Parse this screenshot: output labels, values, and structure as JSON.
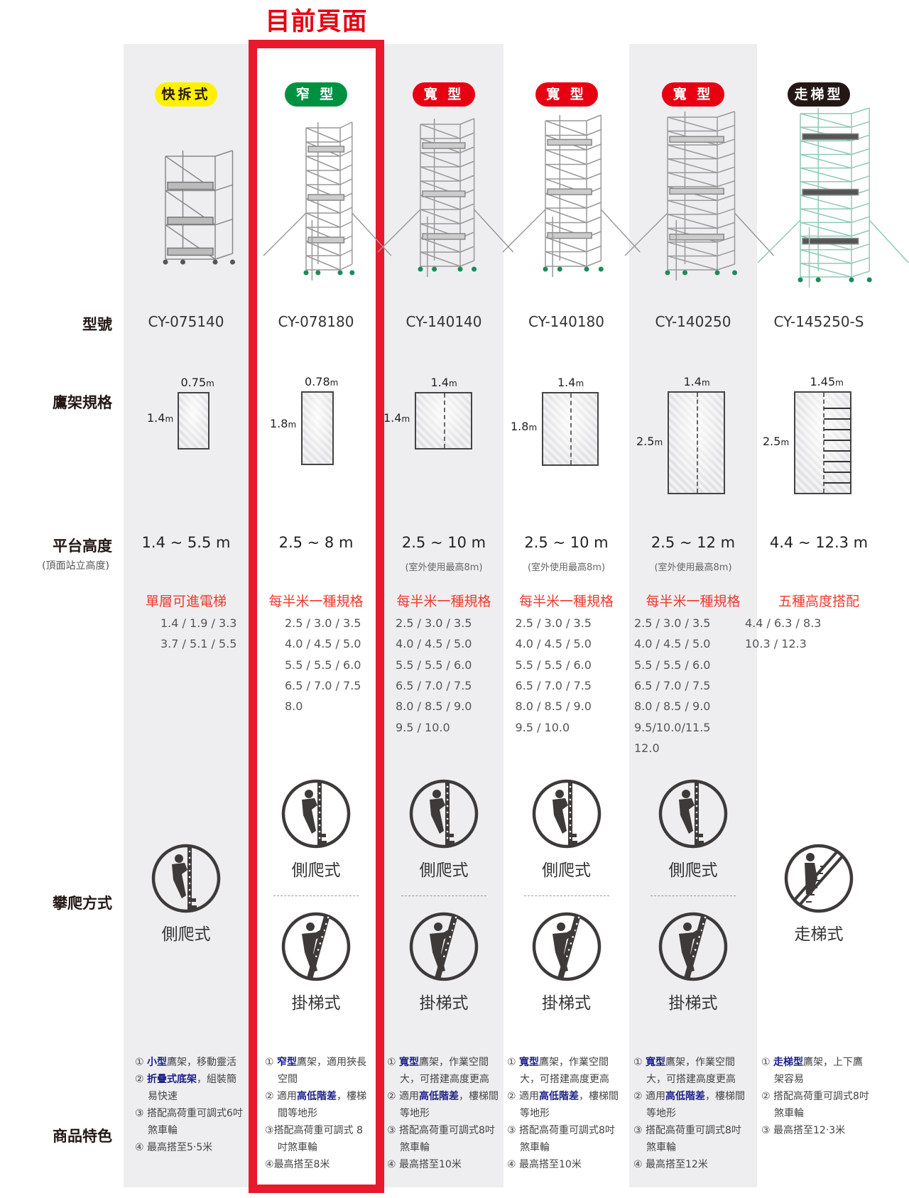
{
  "page_title": "目前頁面",
  "row_labels": {
    "model": "型號",
    "spec": "鷹架規格",
    "height": "平台高度",
    "height_sub": "(頂面站立高度)",
    "climb": "攀爬方式",
    "features": "商品特色"
  },
  "colors": {
    "yellow": "#fff100",
    "green": "#009140",
    "red": "#e60012",
    "black": "#231815",
    "frame": "#e8192c",
    "bold_text": "#1d2088"
  },
  "columns": [
    {
      "badge": "快拆式",
      "badge_color": "#fff100",
      "badge_text_color": "#231815",
      "model": "CY-075140",
      "spec": {
        "width": "0.75",
        "length": "1.4",
        "unit": "m"
      },
      "height": "1.4 ~ 5.5 m",
      "height_note": "",
      "headline": "單層可進電梯",
      "options": [
        "1.4 / 1.9 / 3.3",
        "3.7 / 5.1 / 5.5"
      ],
      "climb": [
        {
          "icon": "side-climb-icon",
          "label": "側爬式"
        }
      ],
      "features": [
        {
          "pre": "① ",
          "bold": "小型",
          "post": "鷹架，移動靈活"
        },
        {
          "pre": "② ",
          "bold": "折疊式底架",
          "post": "，組裝簡易快速"
        },
        {
          "pre": "③ ",
          "bold": "",
          "post": "搭配高荷重可調式6吋煞車輪"
        },
        {
          "pre": "④ ",
          "bold": "",
          "post": "最高搭至5‧5米"
        }
      ]
    },
    {
      "badge": "窄 型",
      "badge_color": "#009140",
      "badge_text_color": "#ffffff",
      "model": "CY-078180",
      "spec": {
        "width": "0.78",
        "length": "1.8",
        "unit": "m"
      },
      "height": "2.5 ~ 8 m",
      "height_note": "",
      "headline": "每半米一種規格",
      "options": [
        "2.5 / 3.0 / 3.5",
        "4.0 / 4.5 / 5.0",
        "5.5 / 5.5 / 6.0",
        "6.5 / 7.0 / 7.5",
        "8.0"
      ],
      "climb": [
        {
          "icon": "side-climb-icon",
          "label": "側爬式"
        },
        {
          "icon": "ladder-climb-icon",
          "label": "掛梯式"
        }
      ],
      "features": [
        {
          "pre": "① ",
          "bold": "窄型",
          "post": "鷹架，適用狹長空間"
        },
        {
          "pre": "② ",
          "bold": "",
          "post": "適用"
        },
        {
          "pre": "③",
          "bold": "",
          "post": "搭配高荷重可調式 8吋煞車輪"
        },
        {
          "pre": "④",
          "bold": "",
          "post": "最高搭至8米"
        }
      ],
      "feature2_bold": "高低階差",
      "feature2_post": "，樓梯間等地形"
    },
    {
      "badge": "寬 型",
      "badge_color": "#e60012",
      "badge_text_color": "#ffffff",
      "model": "CY-140140",
      "spec": {
        "width": "1.4",
        "length": "1.4",
        "unit": "m"
      },
      "height": "2.5 ~ 10 m",
      "height_note": "(室外使用最高8m)",
      "headline": "每半米一種規格",
      "options": [
        "2.5 / 3.0 / 3.5",
        "4.0 / 4.5 / 5.0",
        "5.5 / 5.5 / 6.0",
        "6.5 / 7.0 / 7.5",
        "8.0 / 8.5 / 9.0",
        "9.5 / 10.0"
      ],
      "climb": [
        {
          "icon": "side-climb-icon",
          "label": "側爬式"
        },
        {
          "icon": "ladder-climb-icon",
          "label": "掛梯式"
        }
      ],
      "features": [
        {
          "pre": "① ",
          "bold": "寬型",
          "post": "鷹架，作業空間大，可搭建高度更高"
        },
        {
          "pre": "② ",
          "bold": "",
          "post": "適用"
        },
        {
          "pre": "③ ",
          "bold": "",
          "post": "搭配高荷重可調式8吋煞車輪"
        },
        {
          "pre": "④ ",
          "bold": "",
          "post": "最高搭至10米"
        }
      ],
      "feature2_bold": "高低階差",
      "feature2_post": "，樓梯間等地形"
    },
    {
      "badge": "寬 型",
      "badge_color": "#e60012",
      "badge_text_color": "#ffffff",
      "model": "CY-140180",
      "spec": {
        "width": "1.4",
        "length": "1.8",
        "unit": "m"
      },
      "height": "2.5 ~ 10 m",
      "height_note": "(室外使用最高8m)",
      "headline": "每半米一種規格",
      "options": [
        "2.5 / 3.0 / 3.5",
        "4.0 / 4.5 / 5.0",
        "5.5 / 5.5 / 6.0",
        "6.5 / 7.0 / 7.5",
        "8.0 / 8.5 / 9.0",
        "9.5 / 10.0"
      ],
      "climb": [
        {
          "icon": "side-climb-icon",
          "label": "側爬式"
        },
        {
          "icon": "ladder-climb-icon",
          "label": "掛梯式"
        }
      ],
      "features": [
        {
          "pre": "① ",
          "bold": "寬型",
          "post": "鷹架，作業空間大，可搭建高度更高"
        },
        {
          "pre": "② ",
          "bold": "",
          "post": "適用"
        },
        {
          "pre": "③ ",
          "bold": "",
          "post": "搭配高荷重可調式8吋煞車輪"
        },
        {
          "pre": "④ ",
          "bold": "",
          "post": "最高搭至10米"
        }
      ],
      "feature2_bold": "高低階差",
      "feature2_post": "，樓梯間等地形"
    },
    {
      "badge": "寬 型",
      "badge_color": "#e60012",
      "badge_text_color": "#ffffff",
      "model": "CY-140250",
      "spec": {
        "width": "1.4",
        "length": "2.5",
        "unit": "m"
      },
      "height": "2.5 ~ 12 m",
      "height_note": "(室外使用最高8m)",
      "headline": "每半米一種規格",
      "options": [
        "2.5 / 3.0 / 3.5",
        "4.0 / 4.5 / 5.0",
        "5.5 / 5.5 / 6.0",
        "6.5 / 7.0 / 7.5",
        "8.0 / 8.5 / 9.0",
        "9.5/10.0/11.5",
        "12.0"
      ],
      "climb": [
        {
          "icon": "side-climb-icon",
          "label": "側爬式"
        },
        {
          "icon": "ladder-climb-icon",
          "label": "掛梯式"
        }
      ],
      "features": [
        {
          "pre": "① ",
          "bold": "寬型",
          "post": "鷹架，作業空間大，可搭建高度更高"
        },
        {
          "pre": "② ",
          "bold": "",
          "post": "適用"
        },
        {
          "pre": "③ ",
          "bold": "",
          "post": "搭配高荷重可調式8吋煞車輪"
        },
        {
          "pre": "④ ",
          "bold": "",
          "post": "最高搭至12米"
        }
      ],
      "feature2_bold": "高低階差",
      "feature2_post": "，樓梯間等地形"
    },
    {
      "badge": "走梯型",
      "badge_color": "#231815",
      "badge_text_color": "#ffffff",
      "model": "CY-145250-S",
      "spec": {
        "width": "1.45",
        "length": "2.5",
        "unit": "m"
      },
      "height": "4.4 ~ 12.3 m",
      "height_note": "",
      "headline": "五種高度搭配",
      "options": [
        "4.4 / 6.3 / 8.3",
        "10.3 / 12.3"
      ],
      "climb": [
        {
          "icon": "stair-walk-icon",
          "label": "走梯式"
        }
      ],
      "features": [
        {
          "pre": "① ",
          "bold": "走梯型",
          "post": "鷹架，上下鷹架容易"
        },
        {
          "pre": "② ",
          "bold": "",
          "post": "搭配高荷重可調式8吋煞車輪"
        },
        {
          "pre": "③ ",
          "bold": "",
          "post": "最高搭至12‧3米"
        }
      ]
    }
  ]
}
